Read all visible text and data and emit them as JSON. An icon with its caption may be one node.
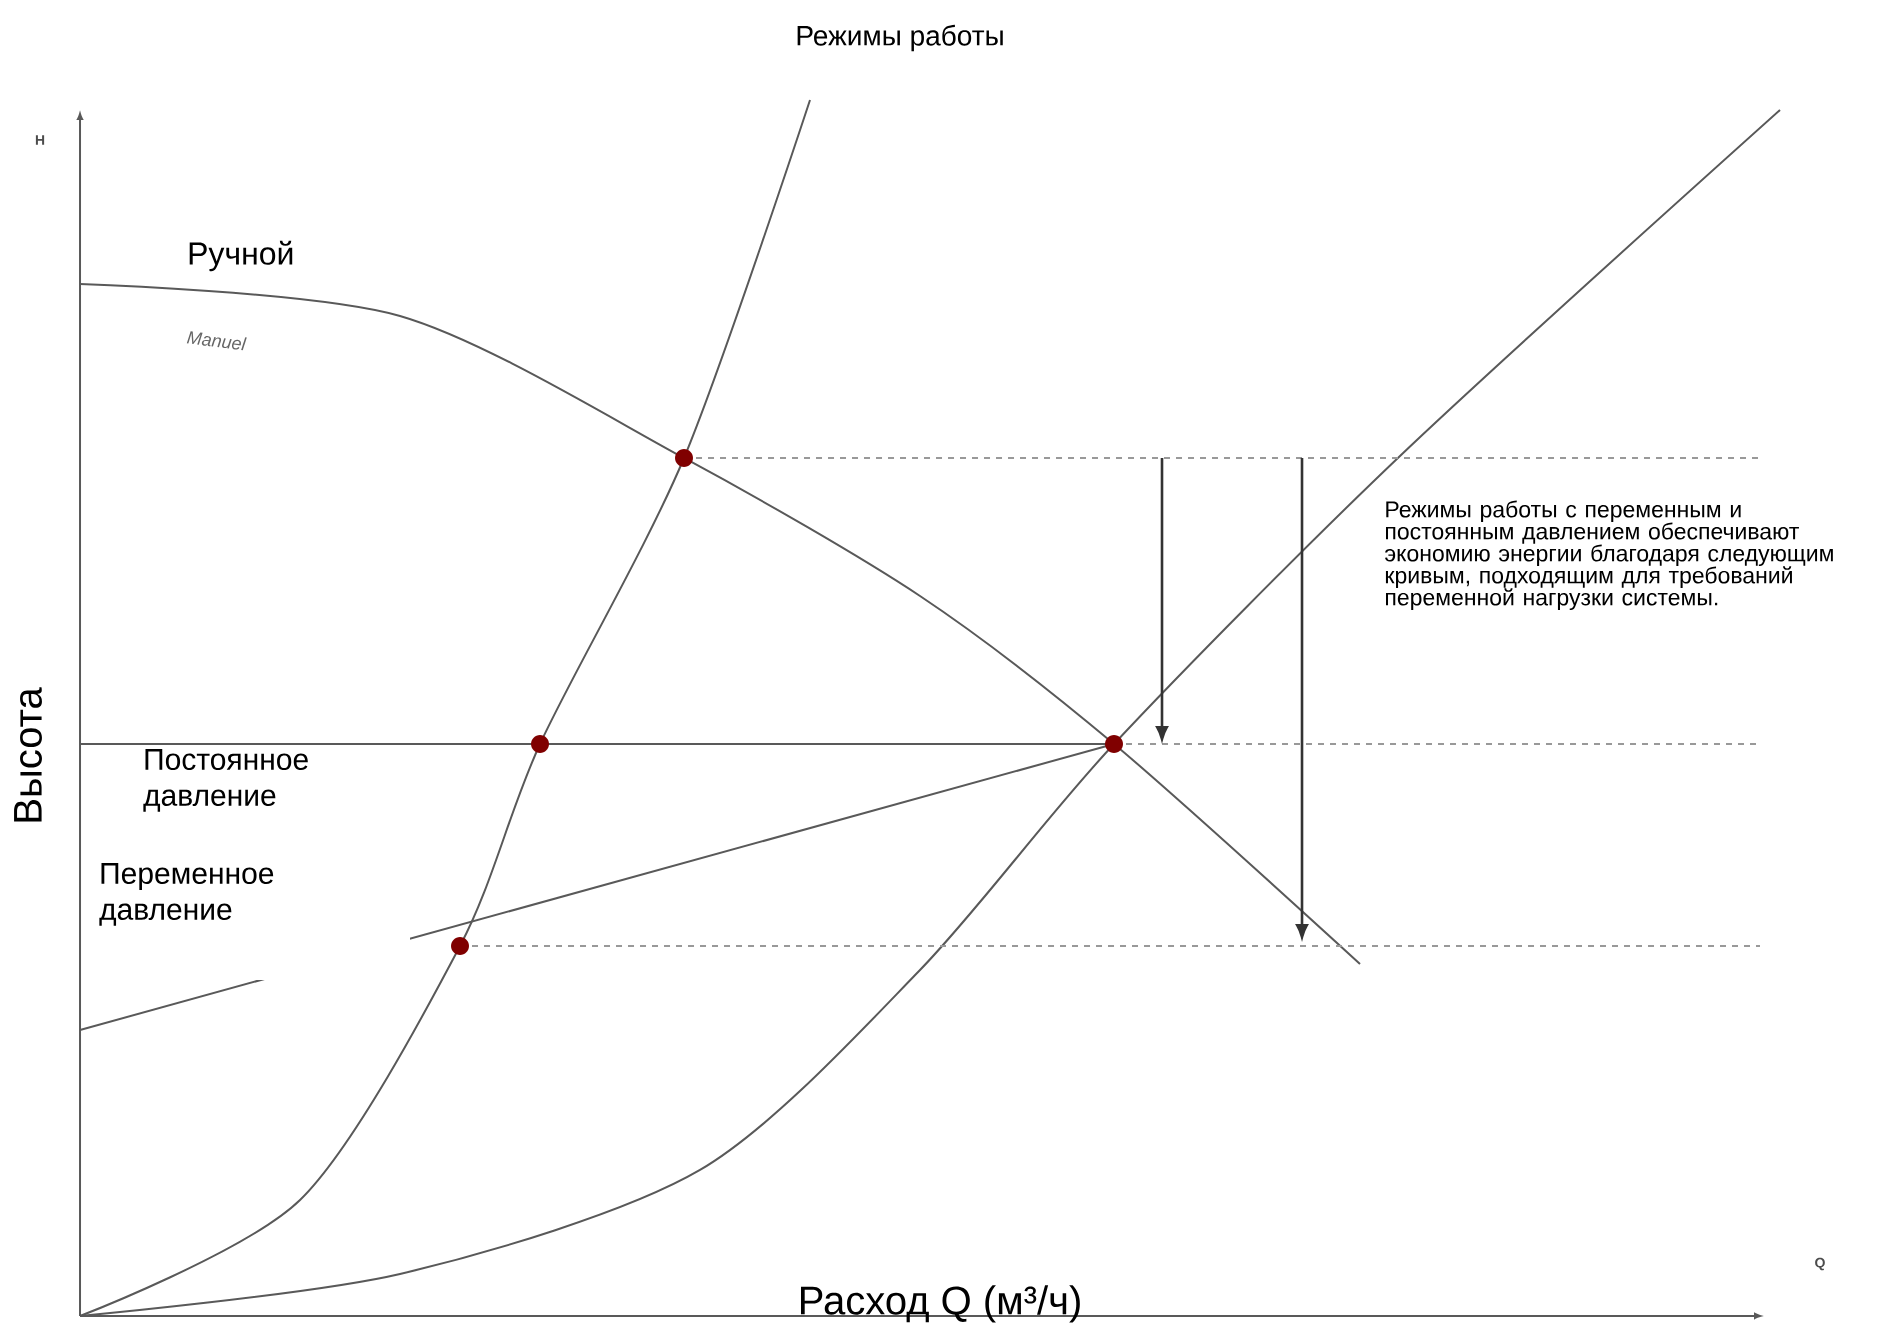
{
  "diagram": {
    "title": "Режимы работы",
    "labels": [
      "H",
      "Ручной",
      "Manuel",
      "Постоянное давление",
      "Переменное давление",
      "Высота",
      "Режимы работы с переменным и постоянным давлением обеспечивают экономию энергии благодаря следующим кривым, подходящим для требований переменной нагрузки системы.",
      "Расход Q (м³/ч)",
      "Q"
    ]
  }
}
